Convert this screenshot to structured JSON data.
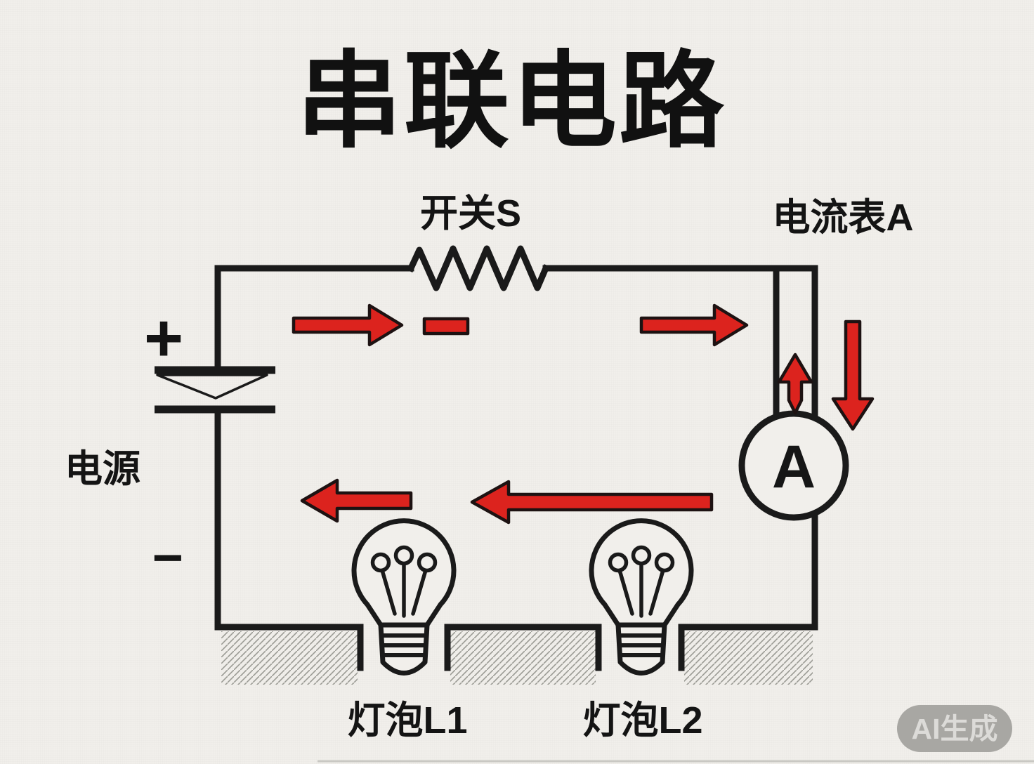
{
  "title": "串联电路",
  "components": {
    "switch": {
      "label": "开关S"
    },
    "ammeter": {
      "label": "电流表A",
      "symbol": "A"
    },
    "power_source": {
      "label": "电源",
      "positive": "+",
      "negative": "−"
    },
    "bulb1": {
      "label": "灯泡L1"
    },
    "bulb2": {
      "label": "灯泡L2"
    }
  },
  "watermark": "AI生成",
  "colors": {
    "background": "#f1efeb",
    "wire": "#1a1a1a",
    "label": "#141414",
    "arrow_fill": "#dc231e",
    "arrow_stroke": "#1d1212",
    "hatch": "#9a9a94",
    "watermark_bg": "#a8a7a3",
    "watermark_text": "#dcdbd8"
  }
}
